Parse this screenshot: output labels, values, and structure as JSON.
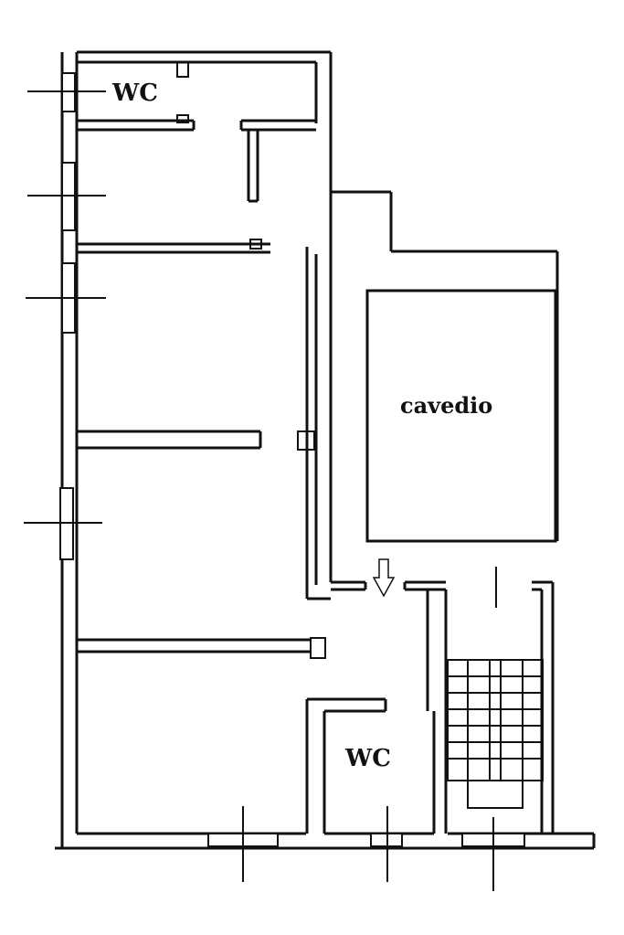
{
  "plan": {
    "labels": {
      "wc_top": "WC",
      "wc_bottom": "WC",
      "courtyard": "cavedio"
    }
  }
}
